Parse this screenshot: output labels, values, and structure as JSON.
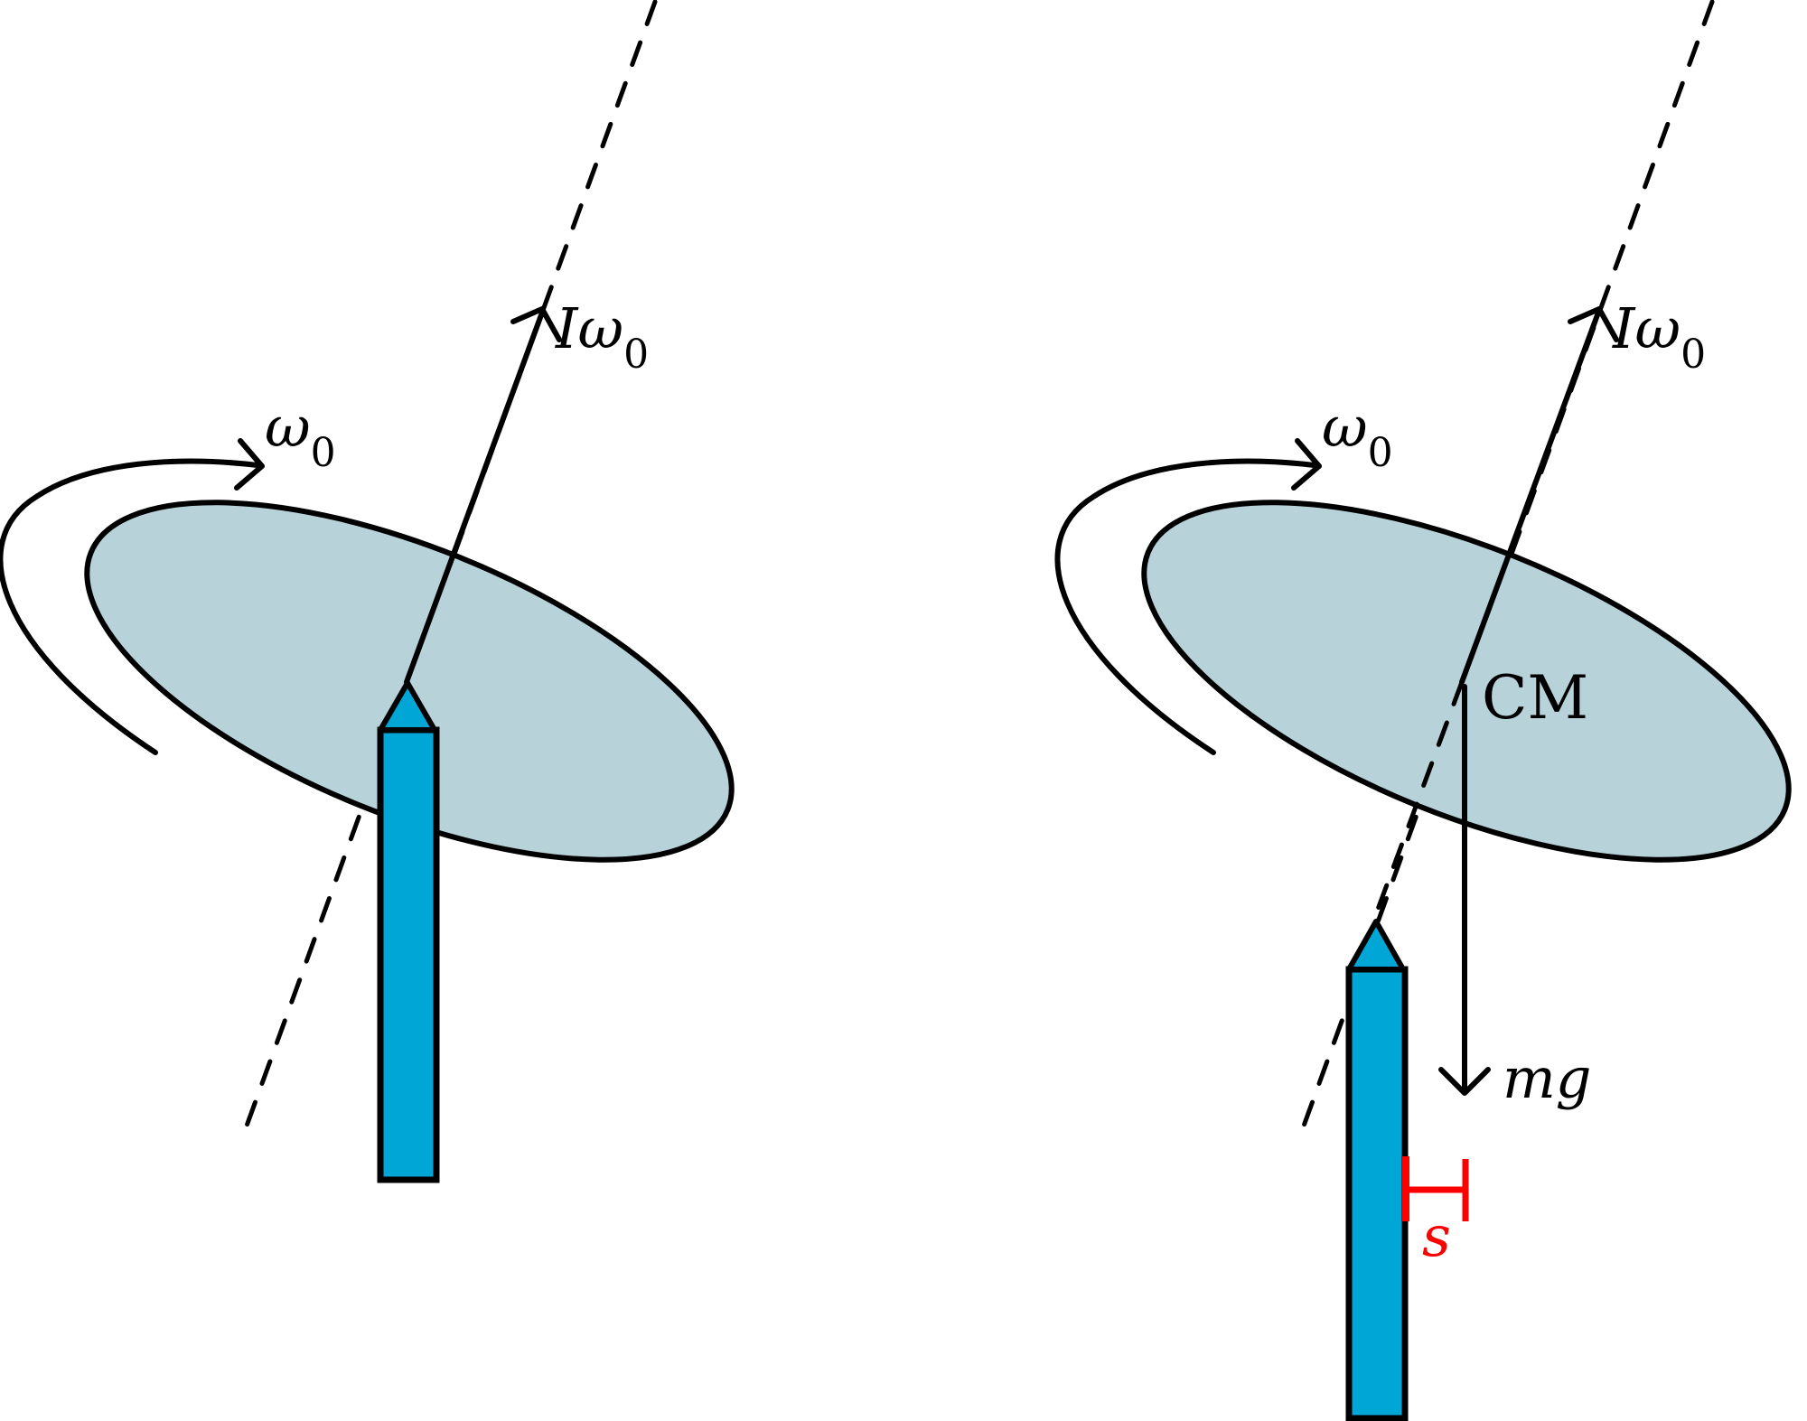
{
  "colors": {
    "disc_fill": "#b8d2da",
    "pencil_fill": "#00a6d6",
    "outline": "#000000",
    "offset_marker": "#ff0000"
  },
  "left_panel": {
    "angular_momentum_label": "Iω",
    "angular_momentum_subscript": "0",
    "spin_label": "ω",
    "spin_subscript": "0"
  },
  "right_panel": {
    "angular_momentum_label": "Iω",
    "angular_momentum_subscript": "0",
    "spin_label": "ω",
    "spin_subscript": "0",
    "center_of_mass_label": "CM",
    "weight_label": "mg",
    "offset_label": "s"
  }
}
